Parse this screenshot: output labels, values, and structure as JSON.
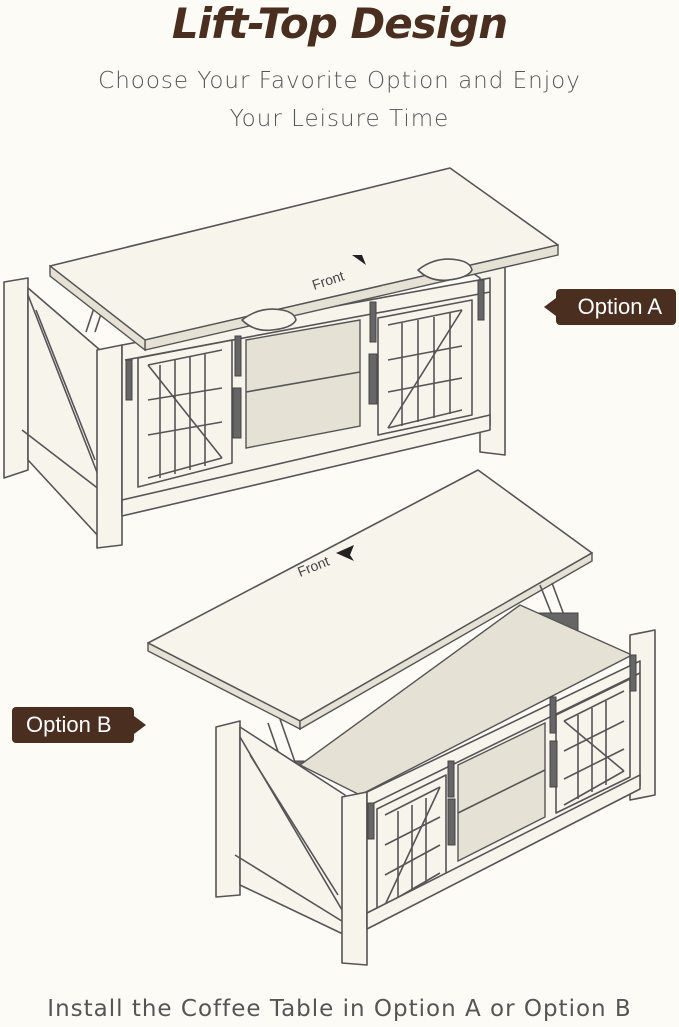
{
  "header": {
    "title": "Lift-Top Design",
    "subtitle_line1": "Choose Your Favorite Option and Enjoy",
    "subtitle_line2": "Your Leisure Time"
  },
  "options": {
    "a_label": "Option A",
    "b_label": "Option B",
    "front_label": "Front"
  },
  "footer": {
    "text": "Install the Coffee Table in Option A or Option B"
  },
  "colors": {
    "brand_brown": "#4a2e1f",
    "background": "#fdfbf6",
    "line": "#555555"
  }
}
